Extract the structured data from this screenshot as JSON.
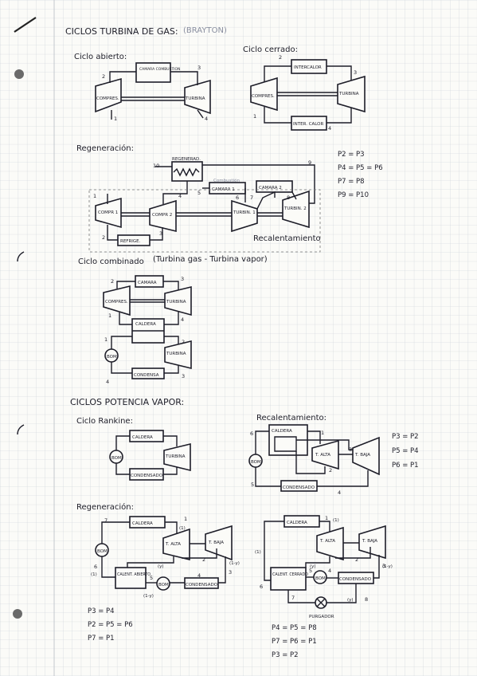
{
  "header": {
    "title": "CICLOS TURBINA DE GAS:",
    "title_note": "(BRAYTON)"
  },
  "gas_open": {
    "title": "Ciclo abierto:",
    "compressor": "COMPRES.",
    "combustion": "CAMARA COMBUSTION",
    "turbine": "TURBINA",
    "points": [
      "1",
      "2",
      "3",
      "4"
    ]
  },
  "gas_closed": {
    "title": "Ciclo cerrado:",
    "compressor": "COMPRES.",
    "hx_hot": "INTERCALOR",
    "hx_cold": "INTER. CALOR",
    "turbine": "TURBINA",
    "points": [
      "1",
      "2",
      "3",
      "4"
    ]
  },
  "regen_gas": {
    "title": "Regeneración:",
    "regenerator": "REGENERAD.",
    "combustion_label": "Combustión",
    "chamber1": "CAMARA 1",
    "chamber2": "CAMARA 2",
    "comp1": "COMPR 1",
    "comp2": "COMPR 2",
    "turb1": "TURBIN. 1",
    "turb2": "TURBIN. 2",
    "cooler": "REFRIGE.",
    "reheat": "Recalentamiento",
    "points": [
      "1",
      "2",
      "3",
      "4",
      "5",
      "6",
      "7",
      "8",
      "9",
      "10"
    ],
    "relations": [
      "P2 = P3",
      "P4 = P5 = P6",
      "P7 = P8",
      "P9 = P10"
    ]
  },
  "combined": {
    "title": "Ciclo combinado",
    "subtitle": "(Turbina gas - Turbina vapor)",
    "chamber": "CAMARA",
    "compressor": "COMPRES.",
    "turbine": "TURBINA",
    "boiler": "CALDERA",
    "turbine2": "TURBINA",
    "pump": "BOM",
    "condenser": "CONDENSA",
    "points": [
      "1",
      "2",
      "3",
      "4",
      "1",
      "2",
      "3",
      "4"
    ]
  },
  "vapor": {
    "header": "CICLOS POTENCIA VAPOR:"
  },
  "rankine": {
    "title": "Ciclo Rankine:",
    "boiler": "CALDERA",
    "turbine": "TURBINA",
    "pump": "BOM",
    "condenser": "CONDENSADO"
  },
  "reheat_vapor": {
    "title": "Recalentamiento:",
    "boiler": "CALDERA",
    "t_high": "T. ALTA",
    "t_low": "T. BAJA",
    "pump": "BOM",
    "condenser": "CONDENSADO",
    "points": [
      "1",
      "2",
      "3",
      "4",
      "5",
      "6"
    ],
    "relations": [
      "P3 = P2",
      "P5 = P4",
      "P6 = P1"
    ]
  },
  "regen_vapor": {
    "title": "Regeneración:",
    "left": {
      "boiler": "CALDERA",
      "t_high": "T. ALTA",
      "t_low": "T. BAJA",
      "open_heater": "CALENT. ABIERTO",
      "pump": "BOM",
      "pump2": "BOM",
      "condenser": "CONDENSADO",
      "flow_labels": [
        "(1)",
        "(y)",
        "(1-y)",
        "(1)",
        "(1-y)"
      ],
      "points": [
        "1",
        "2",
        "3",
        "4",
        "5",
        "6",
        "7"
      ],
      "relations": [
        "P3 = P4",
        "P2 = P5 = P6",
        "P7 = P1"
      ]
    },
    "right": {
      "boiler": "CALDERA",
      "t_high": "T. ALTA",
      "t_low": "T. BAJA",
      "closed_heater": "CALENT. CERRADO",
      "pump": "BOM",
      "condenser": "CONDENSADO",
      "trap": "PURGADOR",
      "flow_labels": [
        "(1)",
        "(y)",
        "(1-y)",
        "(1)",
        "(y)"
      ],
      "points": [
        "1",
        "2",
        "3",
        "4",
        "5",
        "6",
        "7",
        "8"
      ],
      "relations": [
        "P4 = P5 = P8",
        "P7 = P6 = P1",
        "P3 = P2"
      ]
    }
  }
}
